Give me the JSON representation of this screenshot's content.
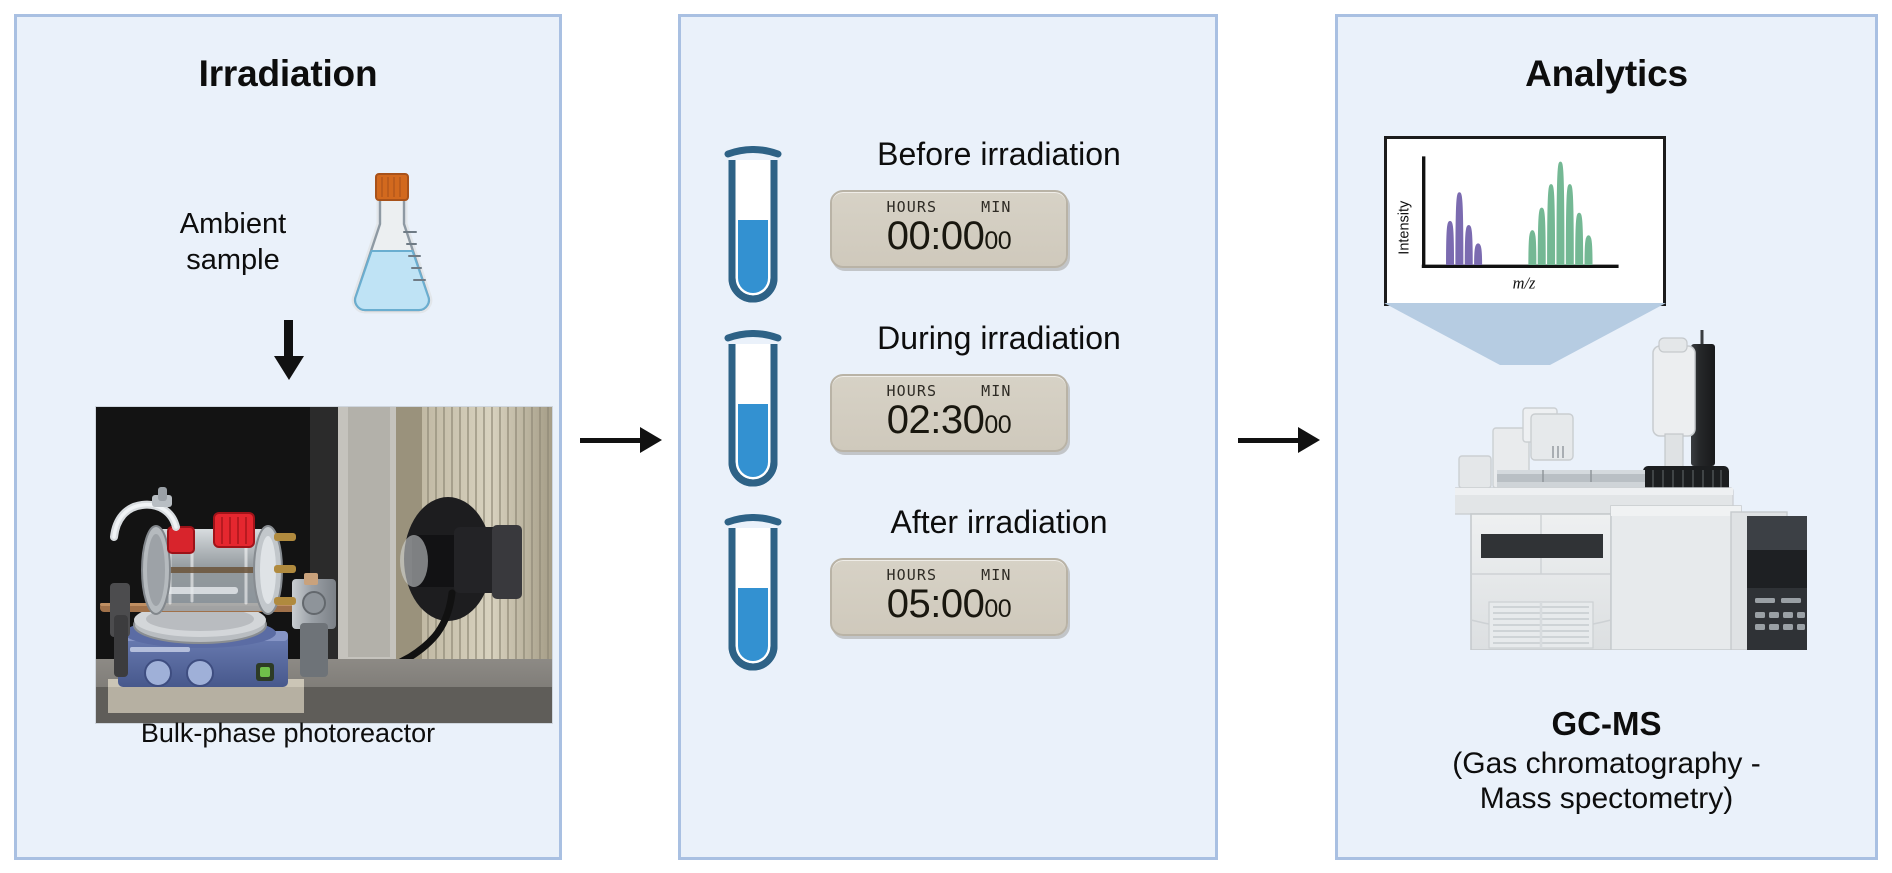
{
  "panels": [
    {
      "id": "irradiation",
      "title": "Irradiation",
      "ambient_label": "Ambient\nsample",
      "photo_caption": "Bulk-phase photoreactor",
      "photo_alt": "Laboratory bulk-phase photoreactor: cylindrical glass reaction vessel with red screw caps mounted on a metal stand over a blue IKA magnetic stirrer, facing a lamp housing"
    },
    {
      "id": "sampling",
      "title": "",
      "timepoints": [
        {
          "label": "Before irradiation",
          "hours_label": "HOURS",
          "min_label": "MIN",
          "time": "00:00",
          "seconds": "00",
          "fill_fraction": 0.45
        },
        {
          "label": "During irradiation",
          "hours_label": "HOURS",
          "min_label": "MIN",
          "time": "02:30",
          "seconds": "00",
          "fill_fraction": 0.45
        },
        {
          "label": "After irradiation",
          "hours_label": "HOURS",
          "min_label": "MIN",
          "time": "05:00",
          "seconds": "00",
          "fill_fraction": 0.45
        }
      ]
    },
    {
      "id": "analytics",
      "title": "Analytics",
      "instrument_abbr": "GC-MS",
      "instrument_full": "(Gas chromatography -\nMass spectometry)"
    }
  ],
  "chart_data": {
    "type": "bar",
    "title": "",
    "xlabel": "m/z",
    "ylabel": "Intensity",
    "grid": false,
    "legend": "none",
    "xlim": [
      0,
      100
    ],
    "ylim": [
      0,
      1
    ],
    "series": [
      {
        "name": "fragment-cluster-purple",
        "color": "#7b6bb0",
        "x": [
          12,
          17,
          22,
          27
        ],
        "values": [
          0.42,
          0.7,
          0.38,
          0.2
        ]
      },
      {
        "name": "fragment-cluster-green",
        "color": "#74b894",
        "x": [
          56,
          61,
          66,
          71,
          76,
          81,
          86
        ],
        "values": [
          0.33,
          0.55,
          0.78,
          1.0,
          0.78,
          0.5,
          0.28
        ]
      }
    ]
  },
  "colors": {
    "panel_background": "#eaf1fa",
    "panel_border": "#a9c0e2",
    "arrow": "#111111",
    "tube_outline": "#2e6286",
    "tube_fill": "#3391d1",
    "timer_body": "#d3cdc1",
    "callout": "#b6cce2",
    "spectrum_purple": "#7b6bb0",
    "spectrum_green": "#74b894"
  },
  "icons": {
    "flask": "erlenmeyer-flask-icon",
    "down_arrow": "down-arrow-icon",
    "right_arrow": "right-arrow-icon",
    "test_tube": "test-tube-icon",
    "timer": "timer-icon",
    "instrument": "gc-ms-instrument-icon"
  }
}
